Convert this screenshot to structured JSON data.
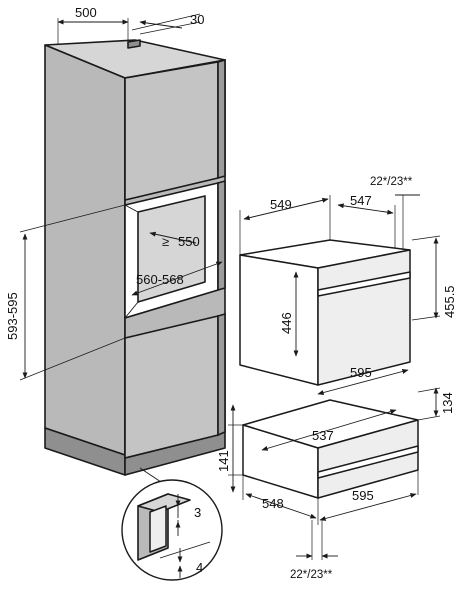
{
  "dimensions": {
    "cabinet_depth": "500",
    "cabinet_panel": "30",
    "niche_depth": "550",
    "niche_height": "560-568",
    "installation_height": "593-595",
    "oven_depth": "549",
    "oven_body_depth": "547",
    "oven_front_gap": "22*/23**",
    "oven_height": "455,5",
    "oven_body_height": "446",
    "oven_width": "595",
    "drawer_height": "134",
    "drawer_body_width": "537",
    "drawer_front_height": "141",
    "drawer_depth": "548",
    "drawer_width": "595",
    "drawer_front_gap": "22*/23**",
    "detail_gap": "3",
    "detail_offset": "4"
  },
  "colors": {
    "cabinet": "#b9b9b9",
    "cabinet_dark": "#8f8f8f",
    "line": "#1a1a1a"
  }
}
